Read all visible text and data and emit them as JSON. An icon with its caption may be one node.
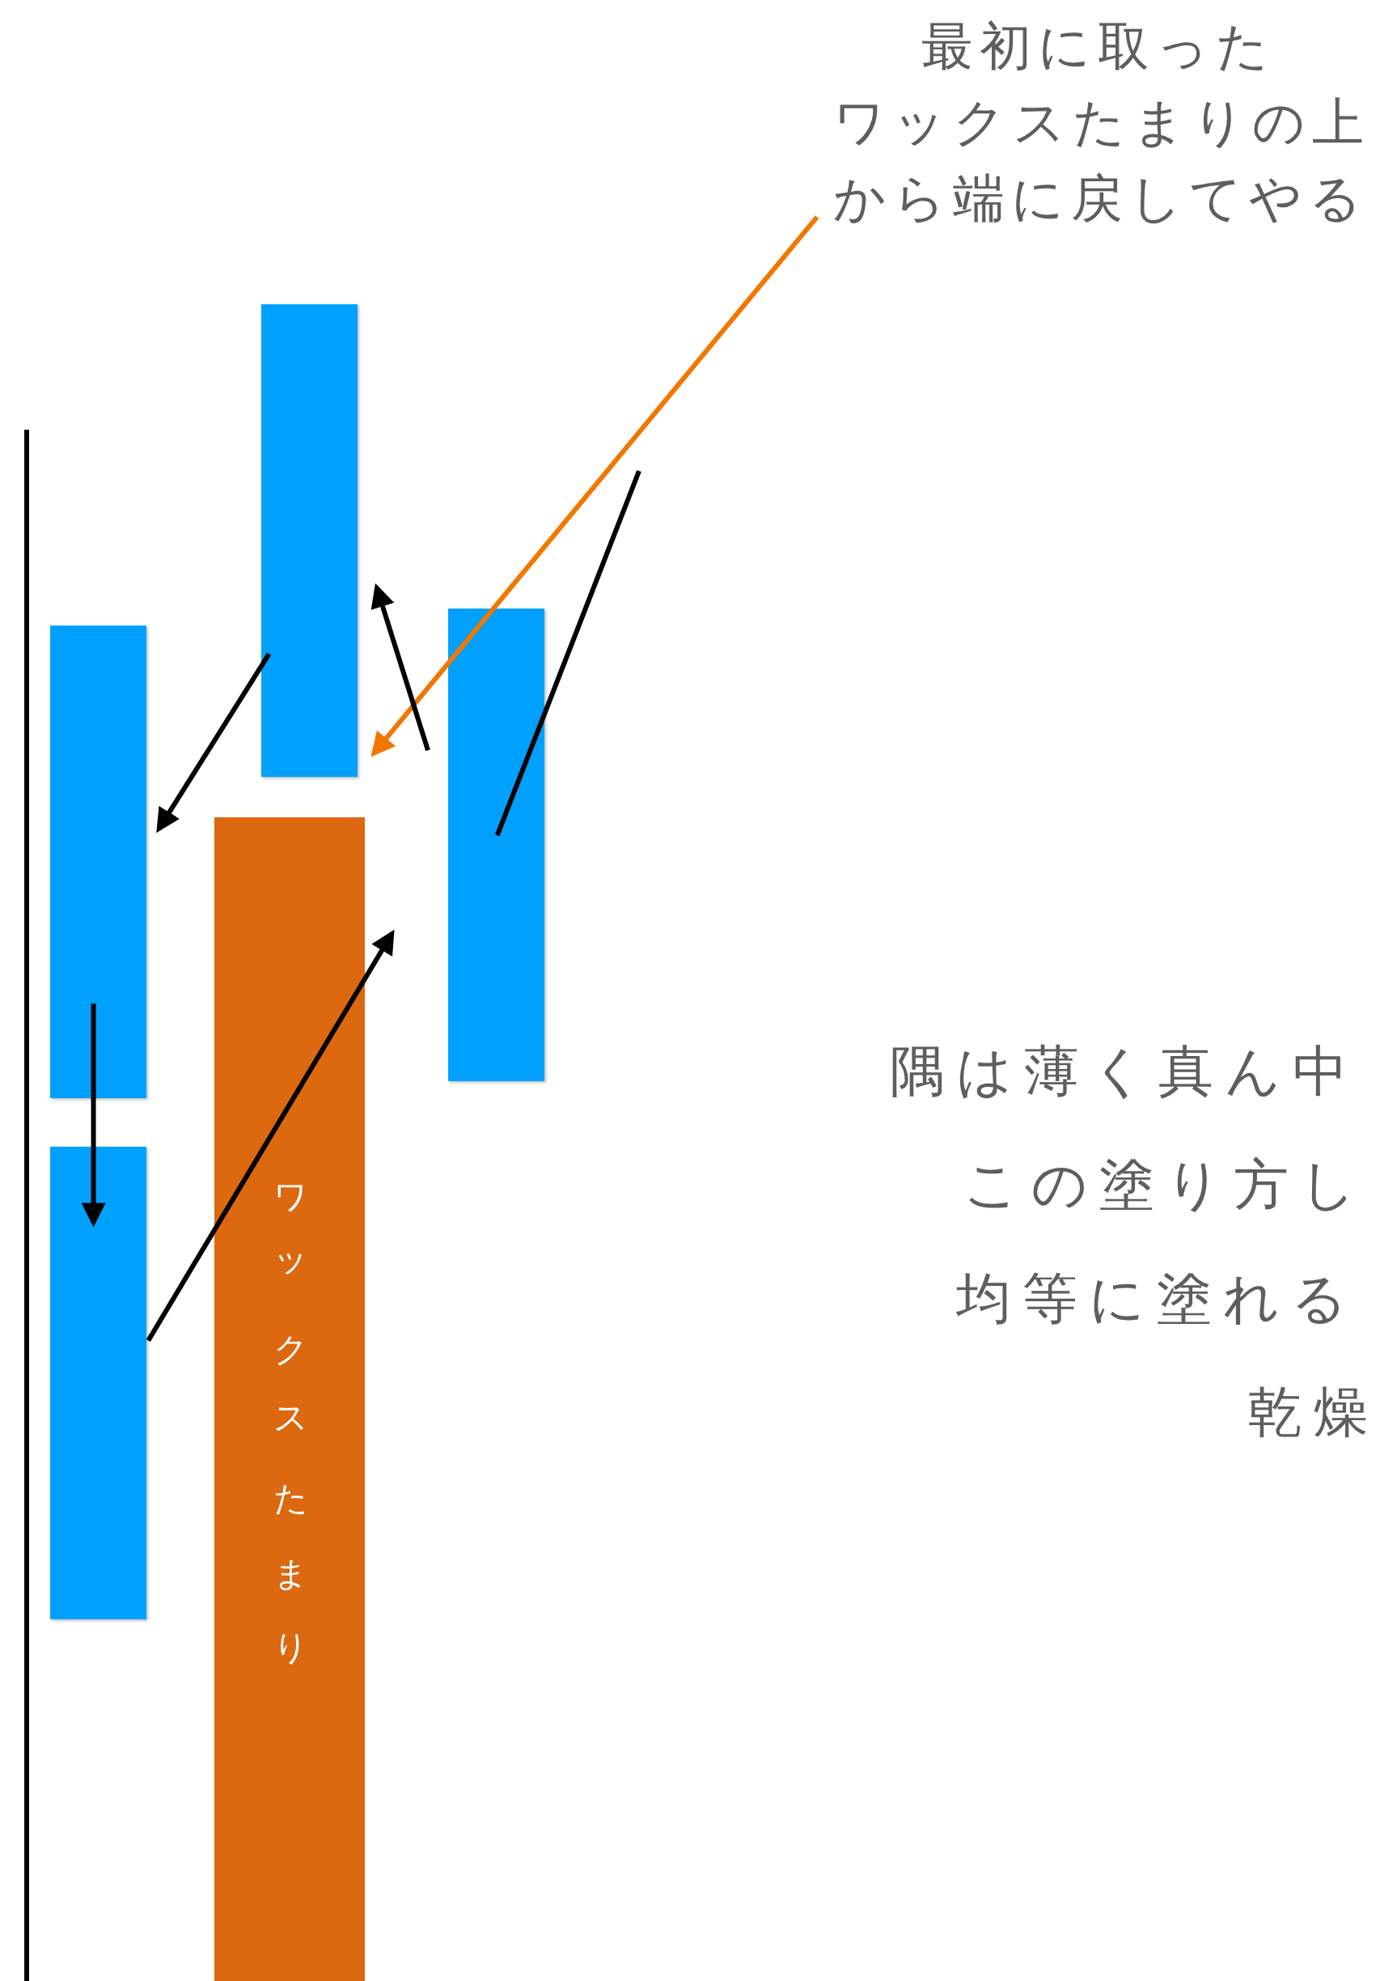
{
  "diagram": {
    "nodes": [
      {
        "text": [
          "最初に取ったワックスたまりの上から端に戻してやる"
        ]
      },
      {
        "text": [],
        "shape": "bar"
      },
      {
        "text": [],
        "shape": "bar"
      },
      {
        "text": [],
        "shape": "bar"
      },
      {
        "text": [
          "ワックスたまり"
        ]
      },
      {
        "text": [],
        "shape": "bar"
      }
    ],
    "edges": [
      {
        "from": 0,
        "to": 1,
        "arrow": "to",
        "color": "#f07800"
      },
      {
        "from": 1,
        "to": 3,
        "arrow": "to"
      },
      {
        "from": 3,
        "to": 5,
        "arrow": "to"
      },
      {
        "from": 5,
        "to": 4,
        "arrow": "to"
      },
      {
        "from": 2,
        "to": 1,
        "arrow": "to"
      },
      {
        "from": null,
        "to": 2,
        "arrow": "none"
      }
    ],
    "labels": [
      "隅は薄く真ん中",
      "この塗り方し",
      "均等に塗れる",
      "乾燥"
    ]
  }
}
